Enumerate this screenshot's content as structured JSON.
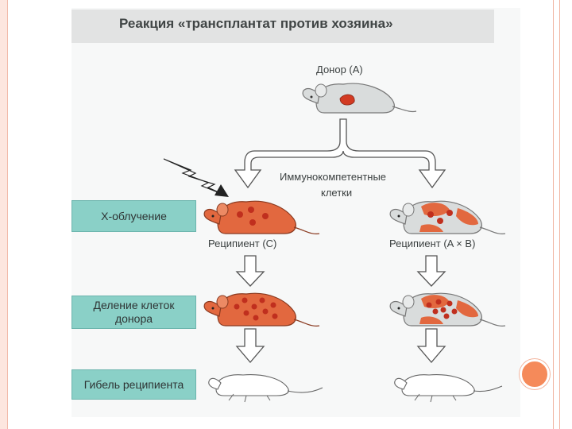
{
  "title": "Реакция «трансплантат против хозяина»",
  "labels": {
    "donor": "Донор (A)",
    "immune_cells_line1": "Иммунокомпетентные",
    "immune_cells_line2": "клетки",
    "recipient_c": "Реципиент (C)",
    "recipient_axb": "Реципиент (A × B)"
  },
  "steps": {
    "irradiation": "Х-облучение",
    "division_line1": "Деление клеток",
    "division_line2": "донора",
    "death": "Гибель реципиента"
  },
  "colors": {
    "mouse_orange": "#e2683f",
    "mouse_grey": "#d9dcdc",
    "spot_red": "#c93c28",
    "arrow_fill": "#ffffff",
    "label_box": "#8ad0c7"
  }
}
